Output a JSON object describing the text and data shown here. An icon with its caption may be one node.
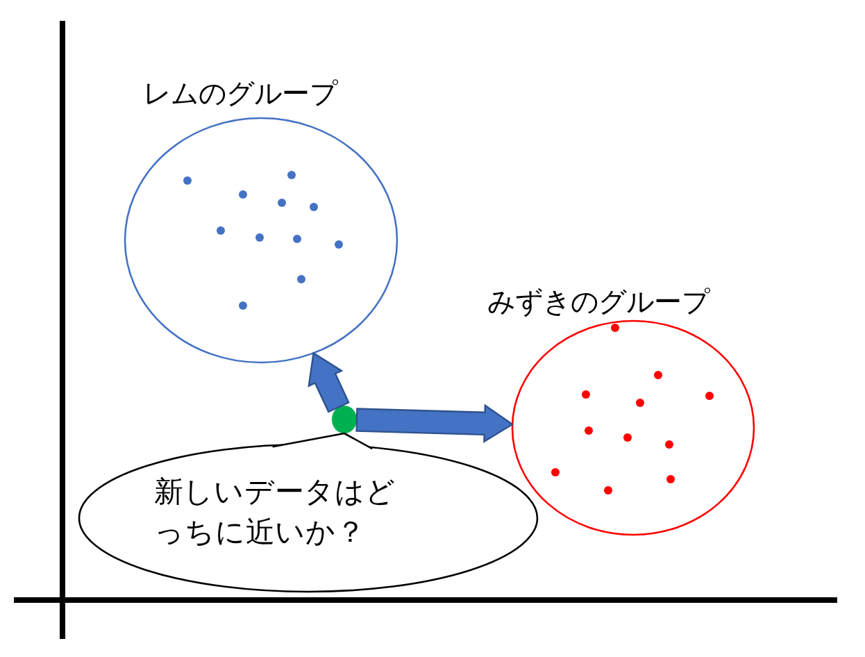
{
  "diagram": {
    "nodes": [
      {
        "text": [
          "レムのグループ"
        ]
      },
      {
        "text": [
          "みずきのグループ"
        ]
      },
      {
        "text": [],
        "shape": "circle"
      },
      {
        "text": [
          "新しいデータはどっちに近いか？"
        ]
      }
    ],
    "edges": [
      {
        "from": 2,
        "to": 0,
        "arrow": "to",
        "style": "thick"
      },
      {
        "from": 2,
        "to": 1,
        "arrow": "to",
        "style": "thick"
      },
      {
        "from": 3,
        "to": 2,
        "arrow": "none"
      }
    ]
  }
}
